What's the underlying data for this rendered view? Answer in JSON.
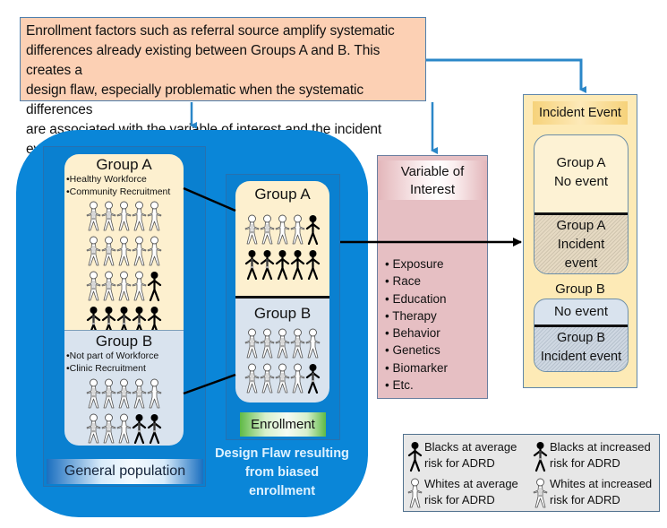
{
  "top_note": {
    "lines": [
      "Enrollment factors such as referral source amplify systematic",
      "differences already existing between Groups A and B. This creates a",
      "design flaw, especially problematic when the systematic differences",
      "are associated with the variable of interest and the incident event."
    ]
  },
  "general_population": {
    "label": "General population",
    "group_a": {
      "title": "Group A",
      "bullets": [
        "•Healthy Workforce",
        "•Community Recruitment"
      ],
      "figures": [
        [
          "white-increased",
          "white-increased",
          "white-average",
          "white-average",
          "white-average"
        ],
        [
          "white-increased",
          "white-increased",
          "white-average",
          "white-average",
          "white-average"
        ],
        [
          "white-increased",
          "white-increased",
          "white-average",
          "white-average",
          "black-average"
        ],
        [
          "black-increased",
          "black-increased",
          "black-increased",
          "black-increased",
          "black-average"
        ]
      ]
    },
    "group_b": {
      "title": "Group B",
      "bullets": [
        "•Not part of Workforce",
        "•Clinic Recruitment"
      ],
      "figures": [
        [
          "white-increased",
          "white-increased",
          "white-increased",
          "white-increased",
          "white-average"
        ],
        [
          "white-increased",
          "white-increased",
          "white-average",
          "black-increased",
          "black-increased"
        ]
      ]
    }
  },
  "enrollment": {
    "label": "Enrollment",
    "group_a": {
      "title": "Group A",
      "figures": [
        [
          "white-increased",
          "white-increased",
          "white-average",
          "white-average",
          "black-average"
        ],
        [
          "black-increased",
          "black-increased",
          "black-average",
          "black-average",
          "black-average"
        ]
      ]
    },
    "group_b": {
      "title": "Group B",
      "figures": [
        [
          "white-increased",
          "white-increased",
          "white-increased",
          "white-increased",
          "white-average"
        ],
        [
          "white-increased",
          "white-increased",
          "white-increased",
          "white-average",
          "black-increased"
        ]
      ]
    }
  },
  "design_flaw_caption": [
    "Design Flaw resulting",
    "from biased",
    "enrollment"
  ],
  "variable_of_interest": {
    "title_lines": [
      "Variable of",
      "Interest"
    ],
    "items": [
      "Exposure",
      "Race",
      "Education",
      "Therapy",
      "Behavior",
      "Genetics",
      "Biomarker",
      "Etc."
    ]
  },
  "incident_event": {
    "title": "Incident Event",
    "group_a_no_event": [
      "Group A",
      "No event"
    ],
    "group_a_incident": [
      "Group A",
      "Incident",
      "event"
    ],
    "group_b_title": "Group B",
    "group_b_no_event": "No event",
    "group_b_incident": [
      "Group B",
      "Incident event"
    ]
  },
  "legend": {
    "items": [
      {
        "figure": "black-average",
        "lines": [
          "Blacks at average",
          "risk for ADRD"
        ]
      },
      {
        "figure": "black-increased",
        "lines": [
          "Blacks at increased",
          "risk for ADRD"
        ]
      },
      {
        "figure": "white-average",
        "lines": [
          "Whites at average",
          "risk for ADRD"
        ]
      },
      {
        "figure": "white-increased",
        "lines": [
          "Whites at increased",
          "risk for ADRD"
        ]
      }
    ]
  },
  "colors": {
    "main_blue": "#0a86d8",
    "arrow_blue": "#2b87c8",
    "note_fill": "#fcd0b4",
    "group_a_fill": "#fdf0cf",
    "group_b_fill": "#d9e3ee",
    "voi_fill": "#e6bfc3",
    "incident_fill": "#fdeab6",
    "legend_fill": "#e7e7e7"
  }
}
